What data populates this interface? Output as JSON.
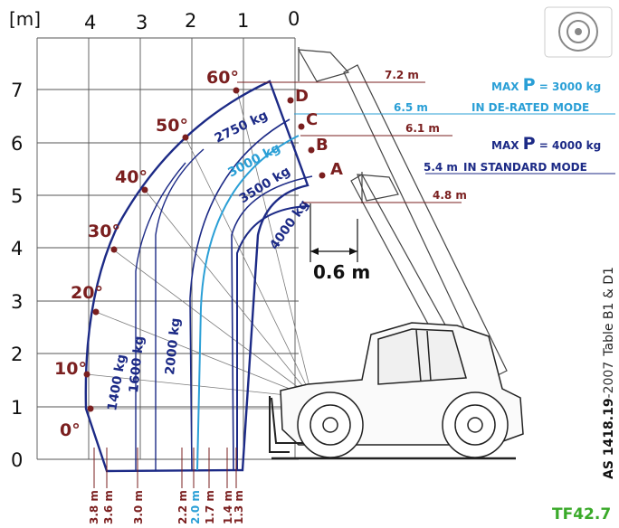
{
  "axis": {
    "unit_label": "[m]",
    "x_ticks": [
      "4",
      "3",
      "2",
      "1",
      "0"
    ],
    "y_ticks": [
      "7",
      "6",
      "5",
      "4",
      "3",
      "2",
      "1",
      "0"
    ]
  },
  "angles": [
    "60°",
    "50°",
    "40°",
    "30°",
    "20°",
    "10°",
    "0°"
  ],
  "load_zones": [
    {
      "label": "4000 kg"
    },
    {
      "label": "3500 kg"
    },
    {
      "label": "3000 kg"
    },
    {
      "label": "2750 kg"
    },
    {
      "label": "2000 kg"
    },
    {
      "label": "1600 kg"
    },
    {
      "label": "1400 kg"
    }
  ],
  "reach_labels": [
    "3.8 m",
    "3.6 m",
    "3.0 m",
    "2.2 m",
    "2.0 m",
    "1.7 m",
    "1.4 m",
    "1.3 m"
  ],
  "points": [
    {
      "label": "D",
      "height": "7.2 m"
    },
    {
      "label": "C",
      "height": "6.5 m"
    },
    {
      "label": "B",
      "height": "6.1 m"
    },
    {
      "label": "A",
      "height": "5.4 m"
    }
  ],
  "height_bottom": "4.8 m",
  "info": {
    "derated_line1_prefix": "MAX ",
    "derated_line1_p": "P",
    "derated_line1_suffix": " = 3000 kg",
    "derated_line2": "IN DE-RATED MODE",
    "standard_line1_prefix": "MAX ",
    "standard_line1_p": "P",
    "standard_line1_suffix": " = 4000 kg",
    "standard_line2": "IN STANDARD MODE"
  },
  "offset_dimension": "0.6 m",
  "standard_ref": {
    "name": "AS 1418.19",
    "year": "-2007",
    "table": "Table B1 & D1"
  },
  "model_code": "TF42.7",
  "colors": {
    "standard_mode": "#1c2a86",
    "derated_mode": "#2a9fd6",
    "annotation": "#7a1f1f",
    "model_code": "#3aaa2a"
  },
  "icons": [
    "tyre-icon",
    "telehandler-illustration"
  ]
}
